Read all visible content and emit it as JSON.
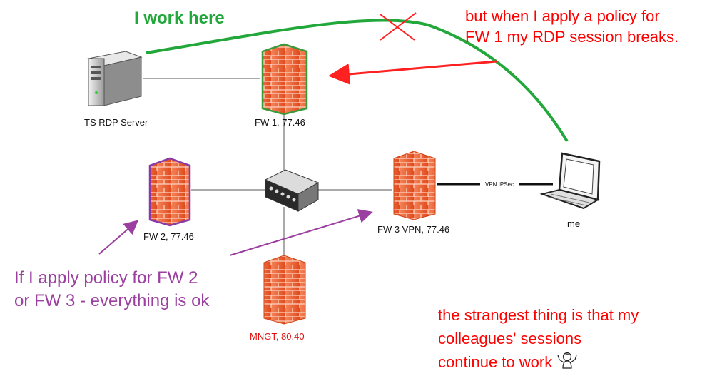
{
  "nodes": {
    "server": {
      "label": "TS RDP Server",
      "icon": "server-icon"
    },
    "fw1": {
      "label": "FW 1, 77.46",
      "icon": "firewall-icon"
    },
    "fw2": {
      "label": "FW 2, 77.46",
      "icon": "firewall-icon"
    },
    "fw3": {
      "label": "FW 3 VPN, 77.46",
      "icon": "firewall-icon"
    },
    "mngt": {
      "label": "MNGT, 80.40",
      "icon": "firewall-icon",
      "color": "#e01010"
    },
    "switch": {
      "icon": "switch-icon"
    },
    "me": {
      "label": "me",
      "icon": "laptop-icon"
    }
  },
  "links": {
    "vpn_label": "VPN IPSec"
  },
  "annotations": {
    "green_title": "I work here",
    "red_top_line1": "but when I apply a policy for",
    "red_top_line2": "FW 1 my RDP session breaks.",
    "purple_line1": "If I apply policy for FW 2",
    "purple_line2": "or FW 3 - everything is ok",
    "red_bottom_line1": "the strangest thing is that my",
    "red_bottom_line2": "colleagues' sessions",
    "red_bottom_line3": "continue to work",
    "emoji_icon": "person-shrugging-icon"
  },
  "colors": {
    "green": "#22a83a",
    "red": "#ff0000",
    "purple": "#9b3fa0",
    "firewall_brick": "#f36b3b",
    "fw1_border": "#3a9a3a",
    "fw2_border": "#8a3aa8"
  }
}
